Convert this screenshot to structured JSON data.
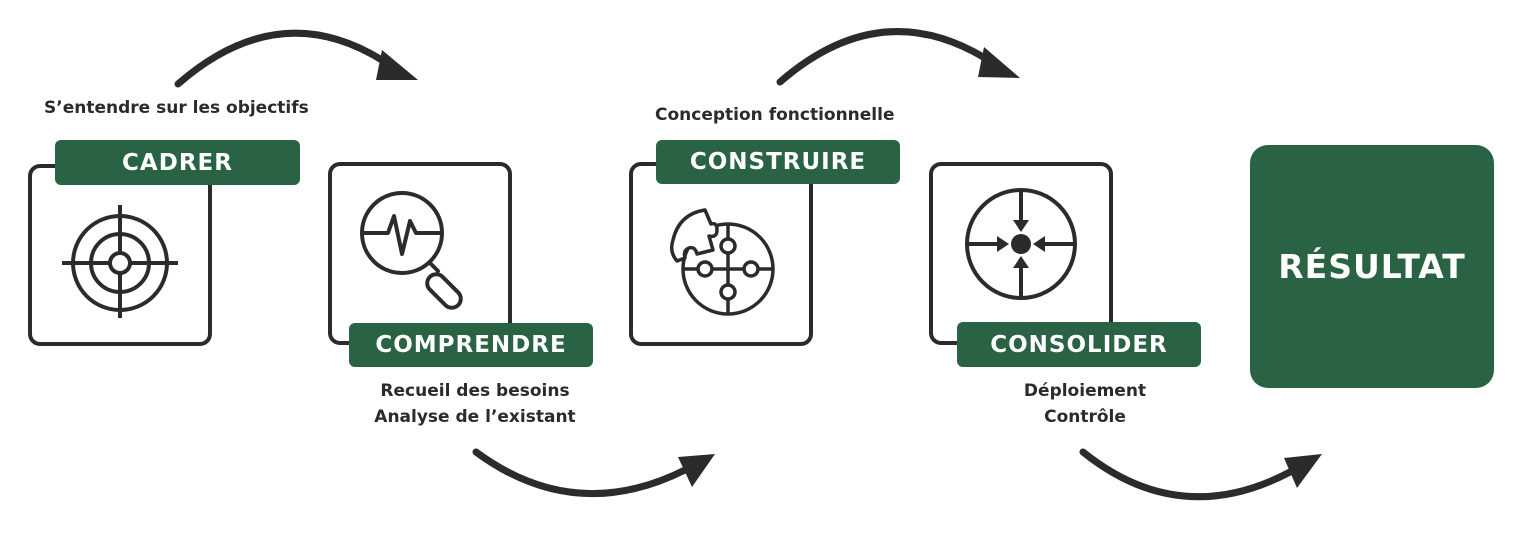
{
  "steps": [
    {
      "label": "CADRER",
      "caption": "S’entendre sur les objectifs",
      "icon": "target-icon"
    },
    {
      "label": "COMPRENDRE",
      "caption_lines": [
        "Recueil des besoins",
        "Analyse de l’existant"
      ],
      "icon": "magnifier-pulse-icon"
    },
    {
      "label": "CONSTRUIRE",
      "caption": "Conception fonctionnelle",
      "icon": "puzzle-icon"
    },
    {
      "label": "CONSOLIDER",
      "caption_lines": [
        "Déploiement",
        "Contrôle"
      ],
      "icon": "converge-target-icon"
    }
  ],
  "result": {
    "label": "RÉSULTAT"
  },
  "colors": {
    "accent": "#2a6343",
    "stroke": "#2b2b2b",
    "background": "#ffffff"
  }
}
